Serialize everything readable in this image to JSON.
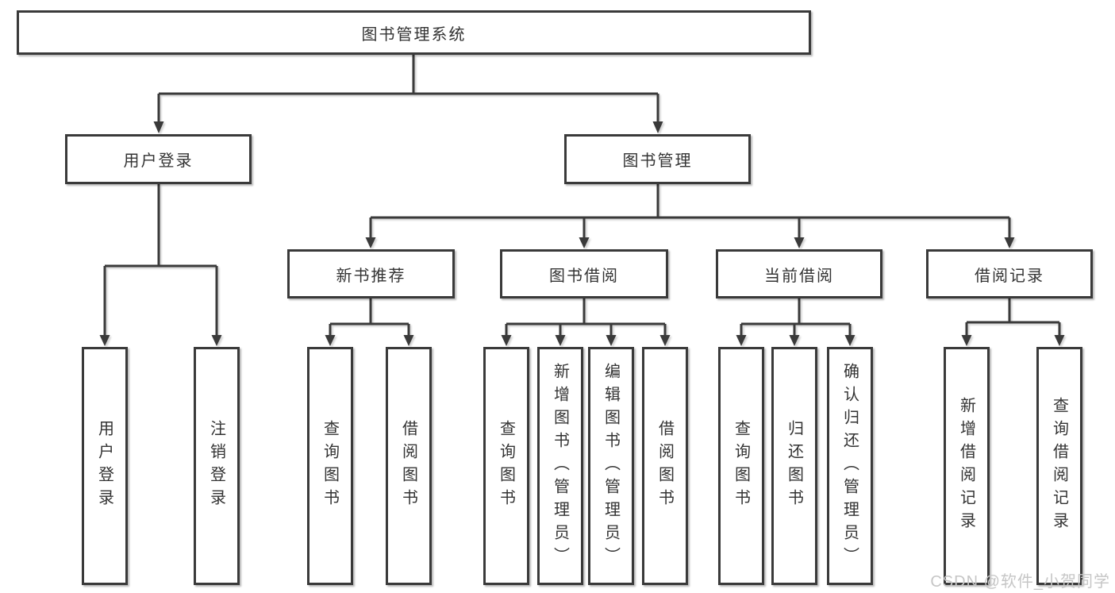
{
  "diagram_title": "图书管理系统",
  "tree": {
    "root": "图书管理系统",
    "level2": [
      "用户登录",
      "图书管理"
    ],
    "level3": [
      "新书推荐",
      "图书借阅",
      "当前借阅",
      "借阅记录"
    ],
    "leaves": [
      "用户登录",
      "注销登录",
      "查询图书",
      "借阅图书",
      "查询图书",
      "新增图书（管理员）",
      "编辑图书（管理员）",
      "借阅图书",
      "查询图书",
      "归还图书",
      "确认归还（管理员）",
      "新增借阅记录",
      "查询借阅记录"
    ]
  },
  "watermark": {
    "text": "CSDN @软件_小贺同学"
  },
  "colors": {
    "line": "#3a3a3a",
    "text": "#333333",
    "box_background": "#ffffff",
    "watermark": "#c6c6c6",
    "page_background": "#ffffff"
  }
}
